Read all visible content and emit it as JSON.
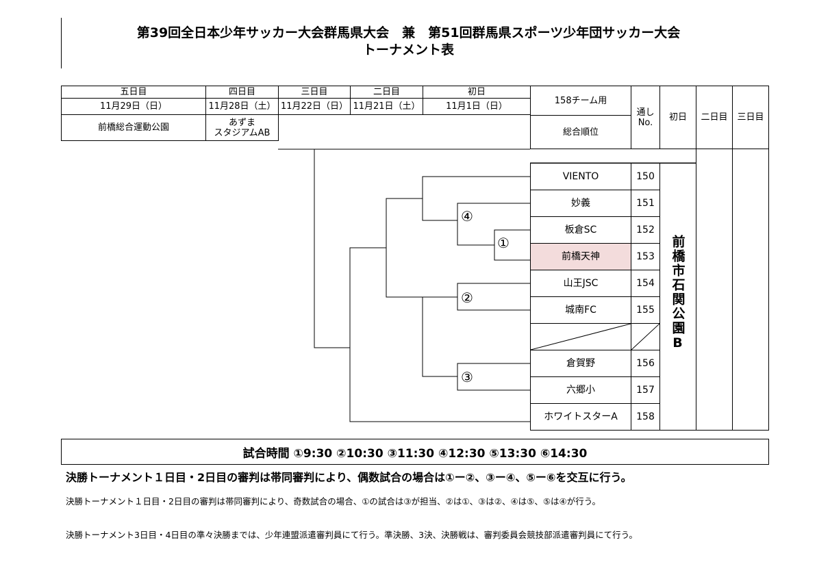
{
  "title": {
    "line1": "第39回全日本少年サッカー大会群馬県大会　兼　第51回群馬県スポーツ少年団サッカー大会",
    "line2": "トーナメント表"
  },
  "schedule": {
    "days": [
      "五日目",
      "四日目",
      "三日目",
      "二日目",
      "初日"
    ],
    "dates": [
      "11月29日（日）",
      "11月28日（土）",
      "11月22日（日）",
      "11月21日（土）",
      "11月1日（日）"
    ],
    "venues": [
      "前橋総合運動公園",
      "あずま\nスタジアムAB"
    ]
  },
  "right_header": {
    "format": "158チーム用",
    "overall_rank": "総合順位",
    "tsushi_no": "通し\nNo.",
    "day1": "初日",
    "day2": "二日目",
    "day3": "三日目"
  },
  "teams": [
    {
      "name": "VIENTO",
      "no": "150"
    },
    {
      "name": "妙義",
      "no": "151"
    },
    {
      "name": "板倉SC",
      "no": "152"
    },
    {
      "name": "前橋天神",
      "no": "153"
    },
    {
      "name": "山王JSC",
      "no": "154"
    },
    {
      "name": "城南FC",
      "no": "155"
    },
    {
      "name": "",
      "no": ""
    },
    {
      "name": "倉賀野",
      "no": "156"
    },
    {
      "name": "六郷小",
      "no": "157"
    },
    {
      "name": "ホワイトスターA",
      "no": "158"
    }
  ],
  "highlight_color": "#f3dcdc",
  "venue_name": "前橋市石関公園B",
  "matches": [
    "①",
    "②",
    "③",
    "④"
  ],
  "match_times": "試合時間  ①9:30  ②10:30  ③11:30  ④12:30  ⑤13:30 ⑥14:30",
  "notes": [
    "決勝トーナメント１日目・2日目の審判は帯同審判により、偶数試合の場合は①ー②、③ー④、⑤ー⑥を交互に行う。",
    "決勝トーナメント１日目・2日目の審判は帯同審判により、奇数試合の場合、①の試合は③が担当、②は①、③は②、④は⑤、⑤は④が行う。",
    "決勝トーナメント3日目・4日目の準々決勝までは、少年連盟派遣審判員にて行う。準決勝、3決、決勝戦は、審判委員会競技部派遣審判員にて行う。"
  ]
}
